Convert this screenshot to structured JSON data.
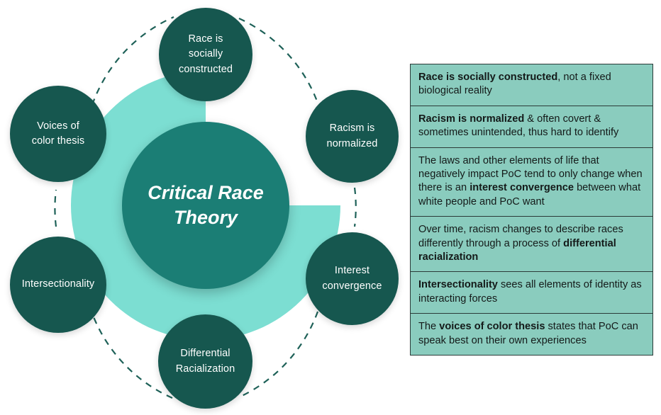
{
  "diagram": {
    "center": {
      "label": "Critical Race Theory",
      "line1": "Critical Race",
      "line2": "Theory"
    },
    "nodes": [
      {
        "id": "race-is-socially-constructed",
        "label": "Race is socially constructed"
      },
      {
        "id": "racism-is-normalized",
        "label": "Racism is normalized"
      },
      {
        "id": "interest-convergence",
        "label": "Interest convergence"
      },
      {
        "id": "differential-racialization",
        "label": "Differential Racialization"
      },
      {
        "id": "intersectionality",
        "label": "Intersectionality"
      },
      {
        "id": "voices-of-color-thesis",
        "label": "Voices of color thesis"
      }
    ]
  },
  "table": {
    "rows": [
      {
        "id": "row-race-socially-constructed",
        "segments": [
          {
            "text": "Race is socially constructed",
            "bold": true
          },
          {
            "text": ", not a fixed biological reality",
            "bold": false
          }
        ]
      },
      {
        "id": "row-racism-normalized",
        "segments": [
          {
            "text": "Racism is normalized",
            "bold": true
          },
          {
            "text": " & often covert & sometimes unintended, thus hard to identify",
            "bold": false
          }
        ]
      },
      {
        "id": "row-interest-convergence",
        "segments": [
          {
            "text": "The laws and other elements of life that negatively impact PoC tend to only change when there is an ",
            "bold": false
          },
          {
            "text": "interest convergence",
            "bold": true
          },
          {
            "text": " between what white people and PoC want",
            "bold": false
          }
        ]
      },
      {
        "id": "row-differential-racialization",
        "segments": [
          {
            "text": "Over time, racism changes to describe races differently through a process of ",
            "bold": false
          },
          {
            "text": "differential racialization",
            "bold": true
          }
        ]
      },
      {
        "id": "row-intersectionality",
        "segments": [
          {
            "text": "Intersectionality",
            "bold": true
          },
          {
            "text": " sees all elements of identity as interacting forces",
            "bold": false
          }
        ]
      },
      {
        "id": "row-voices-of-color-thesis",
        "segments": [
          {
            "text": "The ",
            "bold": false
          },
          {
            "text": "voices of color thesis",
            "bold": true
          },
          {
            "text": " states that PoC can speak best on their own experiences",
            "bold": false
          }
        ]
      }
    ]
  },
  "colors": {
    "node_dark_teal": "#16574F",
    "center_teal": "#1B7E75",
    "ring_light_teal": "#7CDED2",
    "table_background": "#8ACCBE",
    "table_border": "#2b3b38",
    "dashed_connector": "#1E6158",
    "text_light": "#ffffff",
    "text_dark": "#141a19",
    "page_background": "#ffffff"
  }
}
